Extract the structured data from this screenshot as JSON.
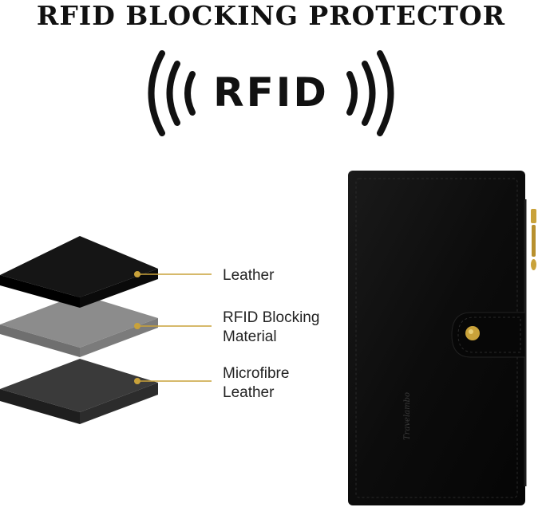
{
  "header": {
    "title": "RFID BLOCKING PROTECTOR",
    "rfid_badge": "RFID"
  },
  "layers": [
    {
      "line1": "Leather",
      "line2": "",
      "color": "#151515"
    },
    {
      "line1": "RFID Blocking",
      "line2": "Material",
      "color": "#8c8c8c"
    },
    {
      "line1": "Microfibre",
      "line2": "Leather",
      "color": "#3a3a3a"
    }
  ],
  "product": {
    "brand_mark": "Travelambo"
  },
  "colors": {
    "accent_gold": "#c9a23a",
    "wallet": "#0e0e0e"
  }
}
